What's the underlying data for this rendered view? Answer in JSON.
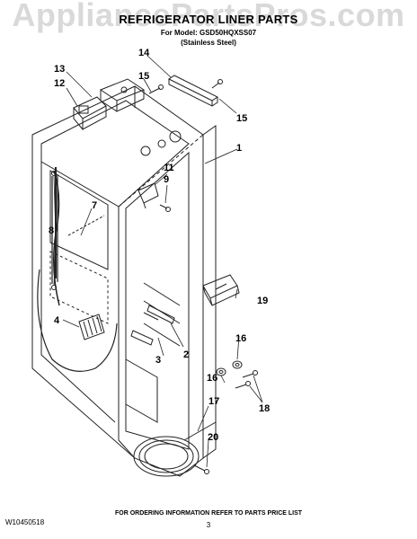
{
  "watermark": "AppliancePartsPros.com",
  "header": {
    "title": "REFRIGERATOR LINER PARTS",
    "model_line": "For Model: GSD50HQXSS07",
    "variant_line": "(Stainless Steel)"
  },
  "callouts": [
    "1",
    "2",
    "3",
    "4",
    "7",
    "8",
    "9",
    "11",
    "12",
    "13",
    "14",
    "15",
    "15",
    "16",
    "16",
    "17",
    "18",
    "19",
    "20"
  ],
  "footer": {
    "doc_number": "W10450518",
    "instruction": "FOR ORDERING INFORMATION REFER TO PARTS PRICE LIST",
    "page_number": "3"
  }
}
